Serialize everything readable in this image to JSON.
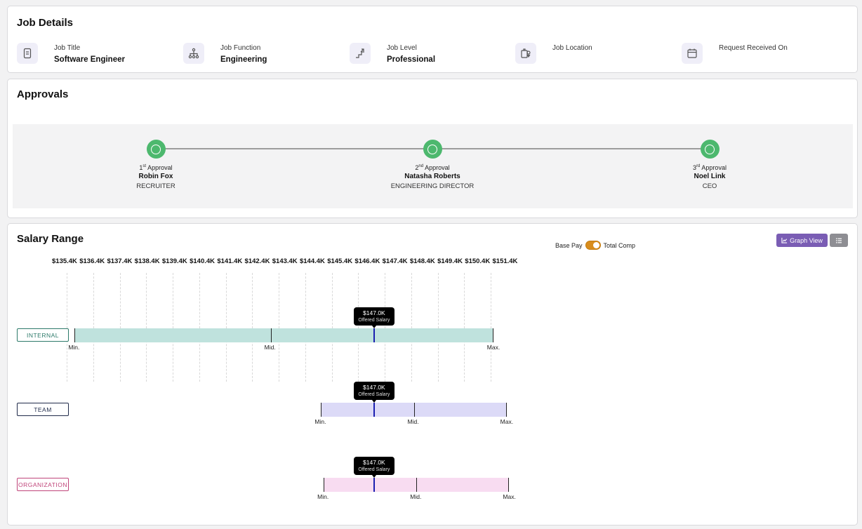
{
  "job_details": {
    "title": "Job Details",
    "items": [
      {
        "label": "Job Title",
        "value": "Software Engineer",
        "icon": "document-icon"
      },
      {
        "label": "Job Function",
        "value": "Engineering",
        "icon": "org-chart-icon"
      },
      {
        "label": "Job Level",
        "value": "Professional",
        "icon": "stairs-icon"
      },
      {
        "label": "Job Location",
        "value": "",
        "icon": "location-building-icon"
      },
      {
        "label": "Request Received On",
        "value": "",
        "icon": "calendar-icon"
      }
    ]
  },
  "approvals": {
    "title": "Approvals",
    "steps": [
      {
        "ordinal": "1",
        "suffix": "st",
        "label": "Approval",
        "name": "Robin Fox",
        "role": "RECRUITER",
        "status": "approved"
      },
      {
        "ordinal": "2",
        "suffix": "nd",
        "label": "Approval",
        "name": "Natasha Roberts",
        "role": "ENGINEERING DIRECTOR",
        "status": "approved"
      },
      {
        "ordinal": "3",
        "suffix": "rd",
        "label": "Approval",
        "name": "Noel Link",
        "role": "CEO",
        "status": "approved"
      }
    ],
    "colors": {
      "approved": "#4db86e"
    }
  },
  "salary": {
    "title": "Salary Range",
    "toggle": {
      "left": "Base Pay",
      "right": "Total Comp",
      "selected": "Total Comp"
    },
    "buttons": {
      "graph": "Graph View",
      "list_icon": "list-icon",
      "graph_icon": "line-chart-icon"
    },
    "tooltip_label": "Offered Salary",
    "offered": "$147.0K",
    "marker_labels": {
      "min": "Min.",
      "mid": "Mid.",
      "max": "Max."
    }
  },
  "chart_data": {
    "type": "range",
    "x_ticks": [
      "$135.4K",
      "$136.4K",
      "$137.4K",
      "$138.4K",
      "$139.4K",
      "$140.4K",
      "$141.4K",
      "$142.4K",
      "$143.4K",
      "$144.4K",
      "$145.4K",
      "$146.4K",
      "$147.4K",
      "$148.4K",
      "$149.4K",
      "$150.4K",
      "$151.4K"
    ],
    "offered_value": 147.0,
    "unit": "$K",
    "series": [
      {
        "name": "INTERNAL",
        "min": 135.7,
        "mid": 143.1,
        "max": 151.5,
        "color": "#bfe2dd",
        "border": "#2d7a6a"
      },
      {
        "name": "TEAM",
        "min": 145.0,
        "mid": 148.5,
        "max": 152.0,
        "color": "#dcdaf7",
        "border": "#1f2a4a"
      },
      {
        "name": "ORGANIZATION",
        "min": 145.1,
        "mid": 148.6,
        "max": 152.1,
        "color": "#f8dcf1",
        "border": "#c0457a"
      }
    ]
  }
}
